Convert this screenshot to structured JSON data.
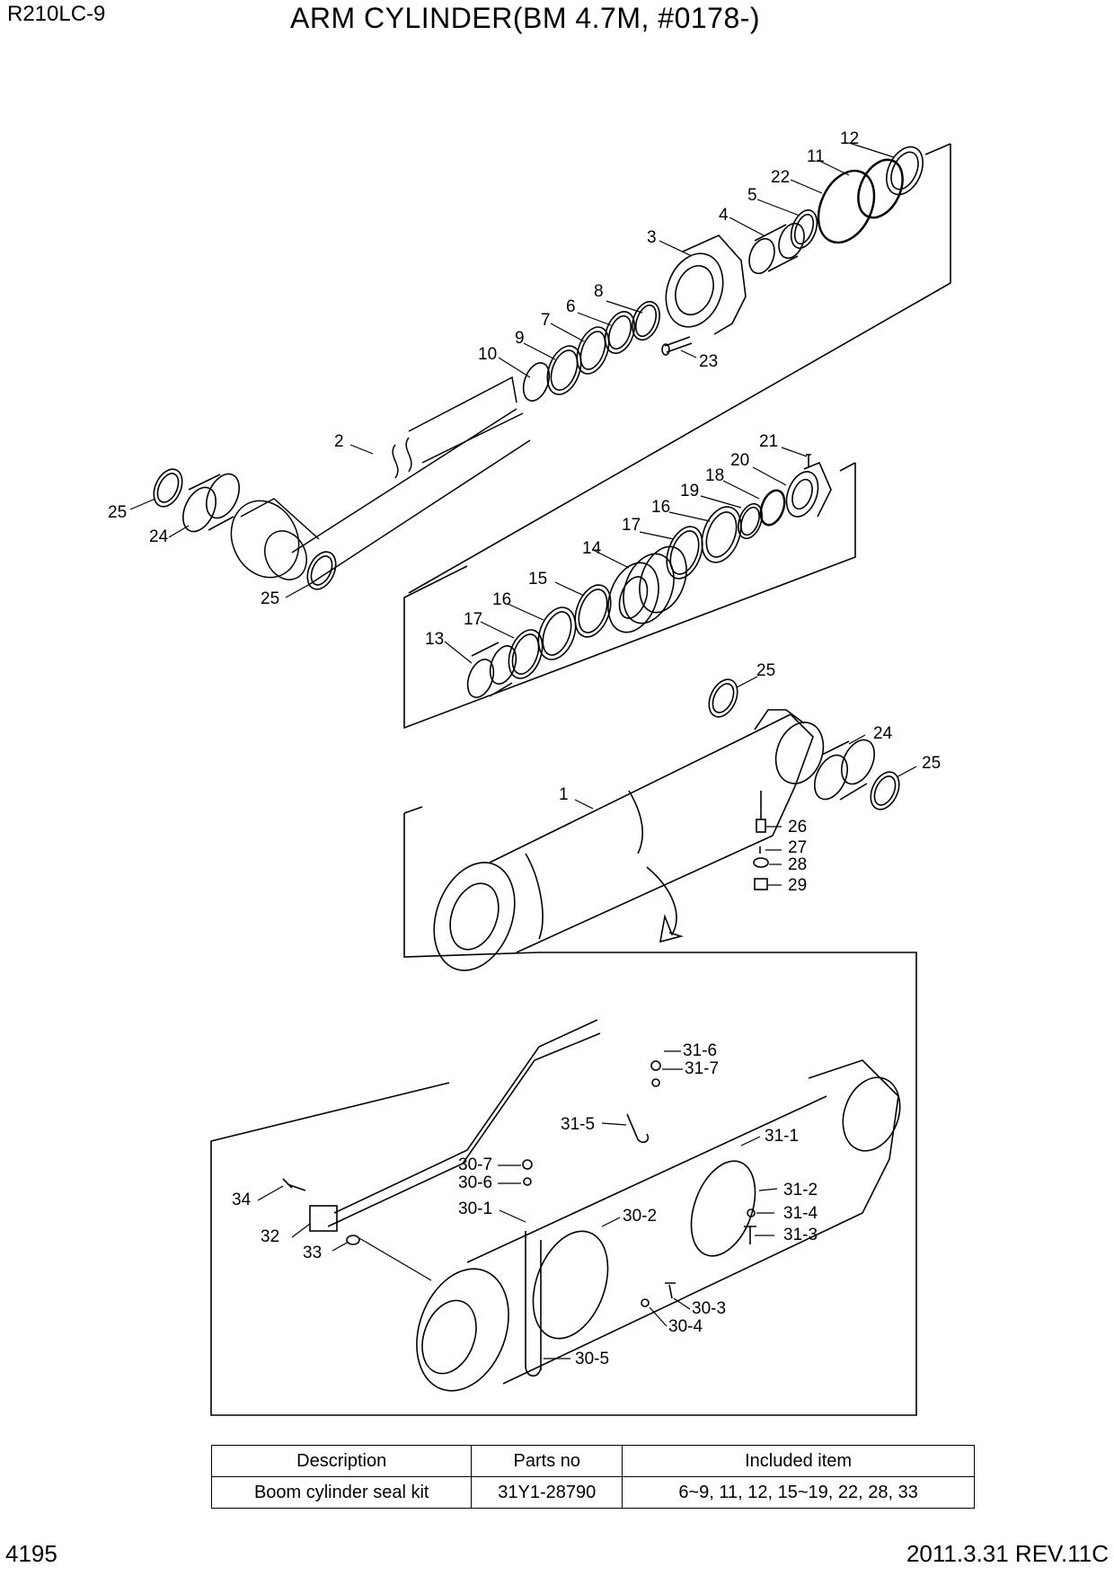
{
  "header": {
    "model": "R210LC-9",
    "title": "ARM CYLINDER(BM 4.7M, #0178-)"
  },
  "footer": {
    "page": "4195",
    "revision": "2011.3.31 REV.11C"
  },
  "callouts": {
    "c12": "12",
    "c11": "11",
    "c22": "22",
    "c5": "5",
    "c4": "4",
    "c3": "3",
    "c8": "8",
    "c6": "6",
    "c7": "7",
    "c9": "9",
    "c10": "10",
    "c23": "23",
    "c2": "2",
    "c25a": "25",
    "c24a": "24",
    "c25b": "25",
    "c21": "21",
    "c20": "20",
    "c18": "18",
    "c19": "19",
    "c16a": "16",
    "c17a": "17",
    "c14": "14",
    "c15": "15",
    "c16b": "16",
    "c17b": "17",
    "c13": "13",
    "c25c": "25",
    "c24b": "24",
    "c25d": "25",
    "c1": "1",
    "c26": "26",
    "c27": "27",
    "c28": "28",
    "c29": "29",
    "c31_6": "31-6",
    "c31_7": "31-7",
    "c31_5": "31-5",
    "c31_1": "31-1",
    "c30_7": "30-7",
    "c30_6": "30-6",
    "c34": "34",
    "c31_2": "31-2",
    "c30_1": "30-1",
    "c30_2": "30-2",
    "c31_4": "31-4",
    "c31_3": "31-3",
    "c32": "32",
    "c33": "33",
    "c30_3": "30-3",
    "c30_4": "30-4",
    "c30_5": "30-5"
  },
  "kit_table": {
    "headers": [
      "Description",
      "Parts no",
      "Included item"
    ],
    "row": [
      "Boom cylinder seal kit",
      "31Y1-28790",
      "6~9, 11, 12, 15~19, 22, 28, 33"
    ]
  }
}
